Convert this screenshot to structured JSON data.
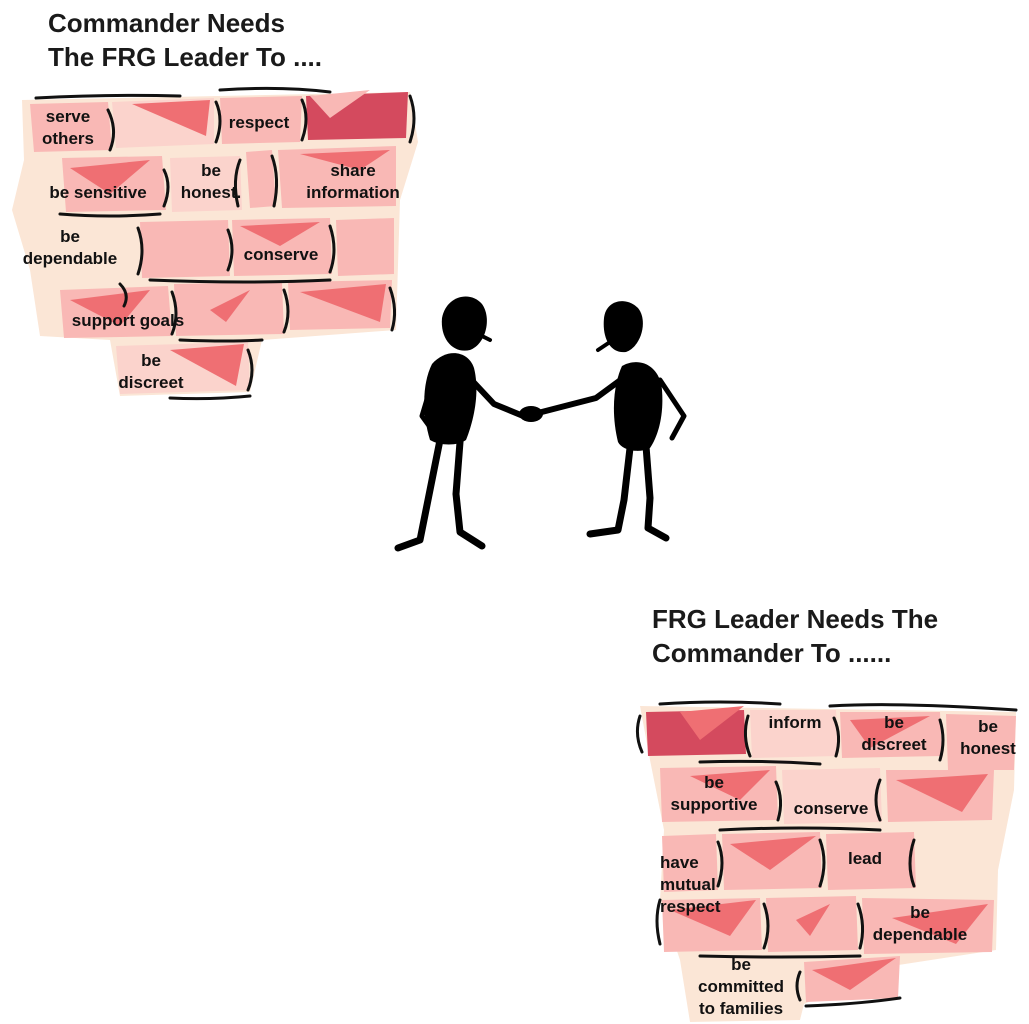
{
  "top_heading": {
    "line1": "Commander Needs",
    "line2": "The FRG Leader To ...."
  },
  "bottom_heading": {
    "line1": "FRG Leader  Needs The",
    "line2": "Commander To ......"
  },
  "top_wall_words": {
    "serve_others": [
      "serve",
      "others"
    ],
    "respect": [
      "respect"
    ],
    "be_honest": [
      "be",
      "honest."
    ],
    "share_information": [
      "share",
      "information"
    ],
    "be_sensitive": [
      "be  sensitive"
    ],
    "be_dependable": [
      "be",
      "dependable"
    ],
    "conserve": [
      "conserve"
    ],
    "support_goals": [
      "support goals"
    ],
    "be_discreet": [
      "be",
      "discreet"
    ]
  },
  "bottom_wall_words": {
    "inform": [
      "inform"
    ],
    "be_discreet": [
      "be",
      "discreet"
    ],
    "be_honest": [
      "be",
      "honest"
    ],
    "be_supportive": [
      "be",
      "supportive"
    ],
    "conserve": [
      "conserve"
    ],
    "have_mutual_respect": [
      "have",
      "mutual",
      "respect"
    ],
    "lead": [
      "lead"
    ],
    "be_dependable": [
      "be",
      "dependable"
    ],
    "be_committed": [
      "be",
      "committed",
      "to families"
    ]
  },
  "colors": {
    "brick_light": "#f9b8b5",
    "brick_pale": "#fbd3cc",
    "brick_accent": "#ef6f73",
    "brick_dark": "#d44a5e",
    "mortar": "#fbe6d6",
    "outline": "#111111"
  }
}
